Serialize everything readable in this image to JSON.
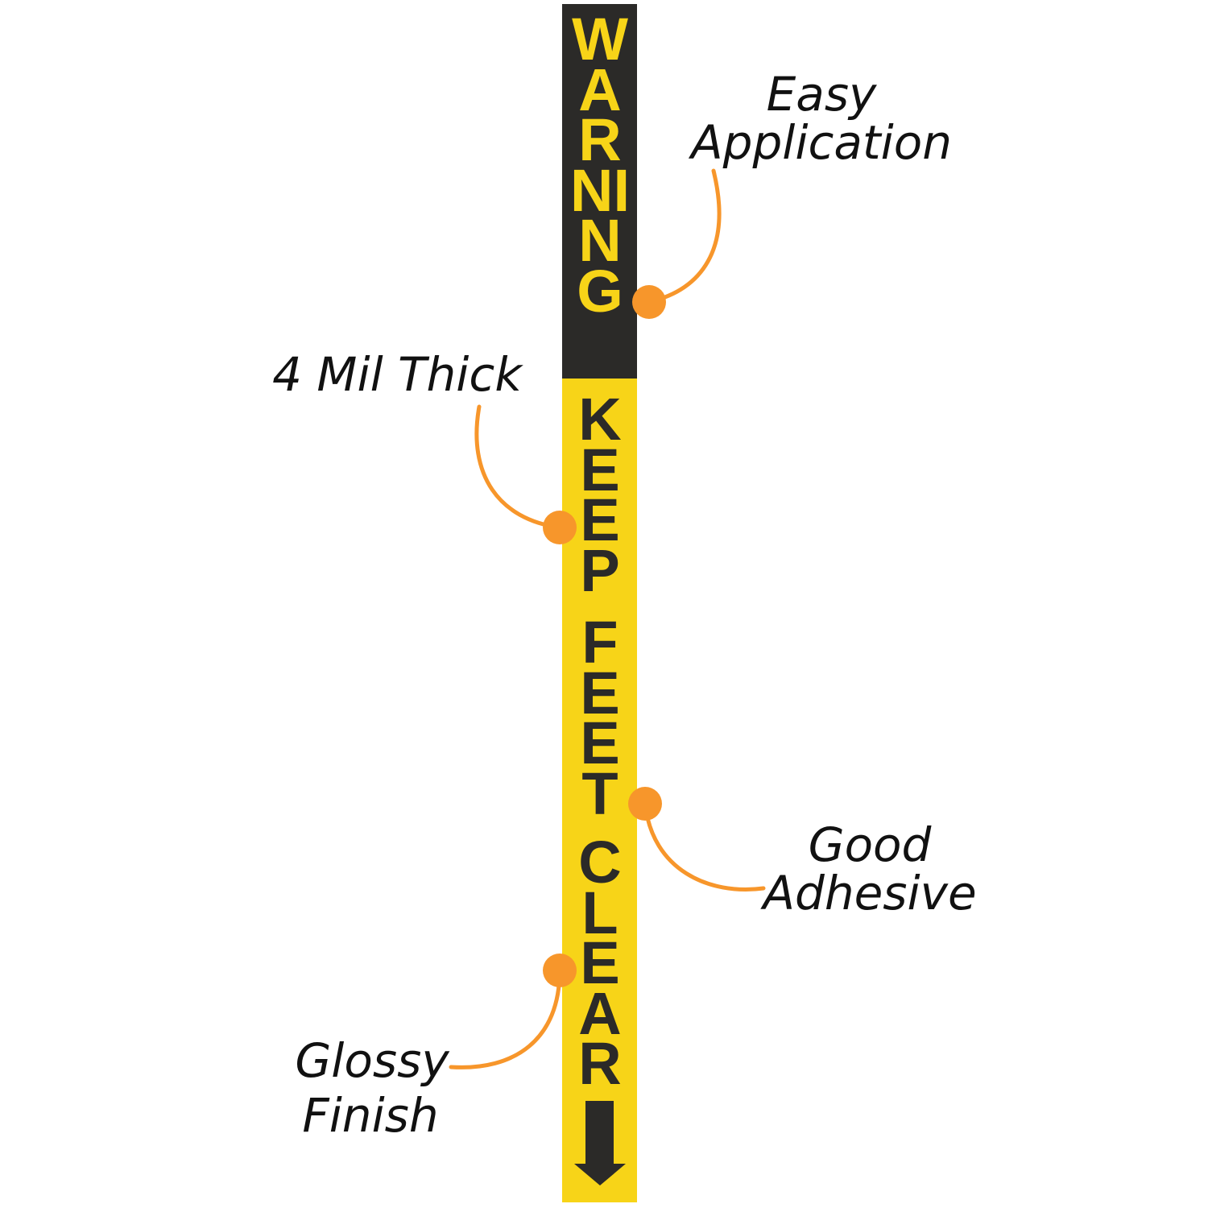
{
  "colors": {
    "dark": "#2b2a28",
    "yellow": "#f7d418",
    "accent": "#f7962b"
  },
  "strip": {
    "top_word": "WARNING",
    "line1": "KEEP",
    "line2": "FEET",
    "line3": "CLEAR",
    "arrow_icon": "arrow-down-icon"
  },
  "callouts": [
    {
      "line1": "Easy",
      "line2": "Application"
    },
    {
      "line1": "4 Mil Thick"
    },
    {
      "line1": "Good",
      "line2": "Adhesive"
    },
    {
      "line1": "Glossy",
      "line2": "Finish"
    }
  ]
}
